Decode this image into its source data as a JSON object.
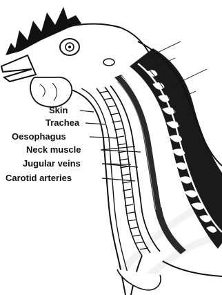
{
  "labels": {
    "skin": "Skin",
    "trachea": "Trachea",
    "oesophagus": "Oesophagus",
    "neck_muscle": "Neck muscle",
    "jugular_veins": "Jugular veins",
    "carotid_arteries": "Carotid arteries"
  },
  "colors": {
    "ink": "#111111",
    "paper": "#ffffff",
    "shade": "#2a2a2a"
  }
}
